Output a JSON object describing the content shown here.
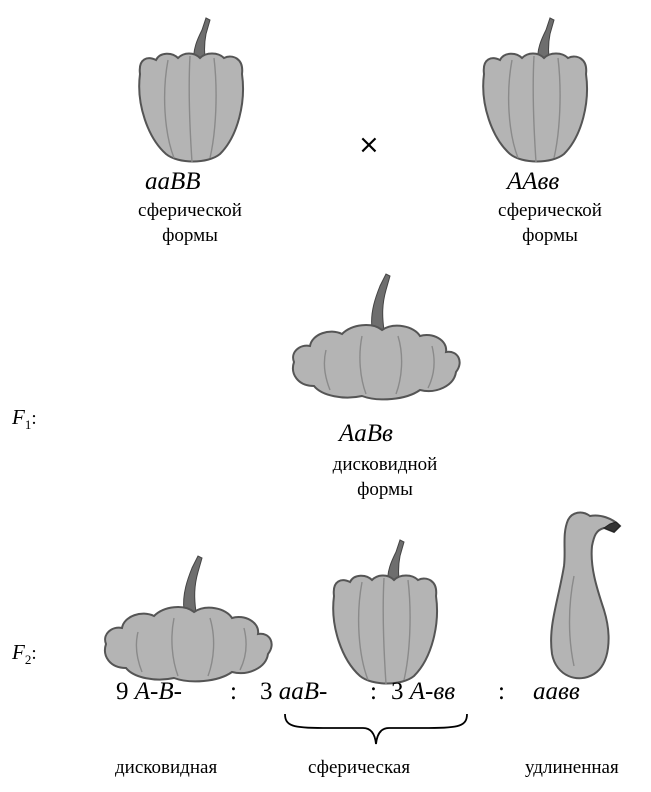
{
  "parents": {
    "left": {
      "genotype": "aaBB",
      "phenotype_line1": "сферической",
      "phenotype_line2": "формы"
    },
    "cross_symbol": "×",
    "right": {
      "genotype": "AAвв",
      "phenotype_line1": "сферической",
      "phenotype_line2": "формы"
    }
  },
  "f1": {
    "label_letter": "F",
    "label_sub": "1",
    "label_suffix": ":",
    "genotype": "AaBв",
    "phenotype_line1": "дисковидной",
    "phenotype_line2": "формы"
  },
  "f2": {
    "label_letter": "F",
    "label_sub": "2",
    "label_suffix": ":",
    "ratio": {
      "n1": "9",
      "g1": "A-B-",
      "sep1": ":",
      "n2": "3",
      "g2": "aaB-",
      "sep2": ":",
      "n3": "3",
      "g3": "A-вв",
      "sep3": ":",
      "g4": "aaвв"
    },
    "phenotypes": [
      "дисковидная",
      "сферическая",
      "удлиненная"
    ]
  },
  "icons": {
    "sphere": "spherical-squash-icon",
    "disc": "disc-squash-icon",
    "long": "elongated-squash-icon"
  },
  "colors": {
    "squash_body": "#b4b4b4",
    "squash_outline": "#555555",
    "stem": "#6e6e6e"
  }
}
